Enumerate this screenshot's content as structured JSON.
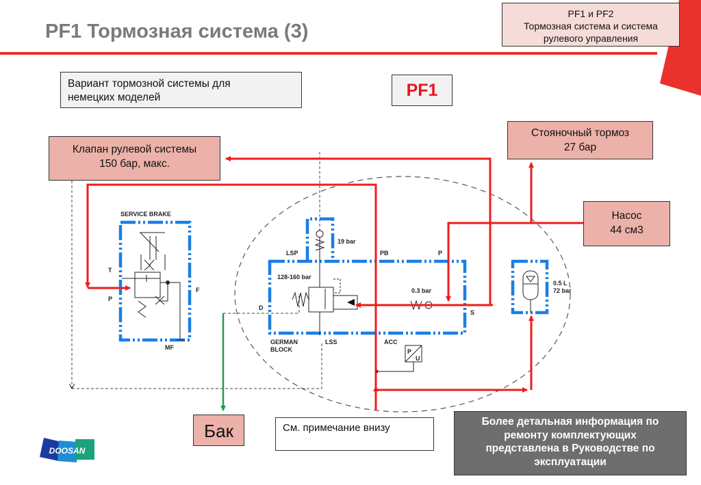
{
  "title": "PF1 Тормозная система (3)",
  "reference_box": {
    "line1": "PF1 и PF2",
    "line2": "Тормозная система и система",
    "line3": "рулевого управления"
  },
  "variant_box": {
    "line1": "Вариант тормозной системы для",
    "line2": "немецких моделей"
  },
  "model_label": "PF1",
  "steering_valve": {
    "line1": "Клапан рулевой системы",
    "line2": "150 бар, макс."
  },
  "parking_brake": {
    "line1": "Стояночный тормоз",
    "line2": "27 бар"
  },
  "pump": {
    "line1": "Насос",
    "line2": "44 см3"
  },
  "tank": "Бак",
  "note": "См. примечание внизу",
  "info": {
    "line1": "Более детальная информация по",
    "line2": "ремонту комплектующих",
    "line3": "представлена в Руководстве по",
    "line4": "эксплуатации"
  },
  "schematic_labels": {
    "service_brake": "SERVICE BRAKE",
    "port_t": "T",
    "port_p": "P",
    "port_f": "F",
    "port_mf": "MF",
    "lsp": "LSP",
    "pb": "PB",
    "p": "P",
    "relief_19": "19 bar",
    "relief_128": "128-160 bar",
    "check_03": "0.3 bar",
    "port_d": "D",
    "port_s": "S",
    "german": "GERMAN",
    "block": "BLOCK",
    "lss": "LSS",
    "acc": "ACC",
    "accum_vol": "0.5 L",
    "accum_bar": "72 bar",
    "sensor_p": "P",
    "sensor_u": "U"
  },
  "logo_text": "DOOSAN",
  "colors": {
    "accent_red": "#e8322b",
    "pressure_line": "#ee1c1c",
    "block_blue": "#1a7fe6",
    "tank_line": "#1f9e4a",
    "box_pink": "#ecb1a8",
    "info_grey": "#6e6e6e"
  }
}
